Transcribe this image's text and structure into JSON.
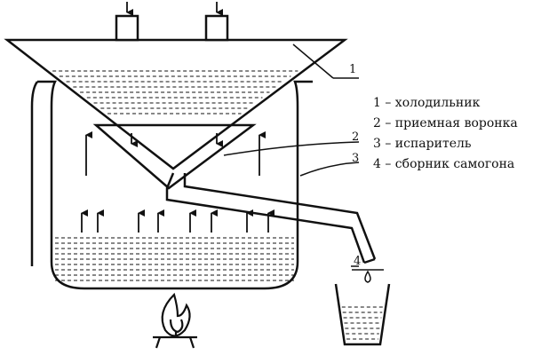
{
  "legend": [
    {
      "num": "1",
      "text": "1 – холодильник"
    },
    {
      "num": "2",
      "text": "2 – приемная воронка"
    },
    {
      "num": "3",
      "text": "3 – испаритель"
    },
    {
      "num": "4",
      "text": "4 – сборник самогона"
    }
  ],
  "callouts": {
    "c1": "1",
    "c2": "2",
    "c3": "3",
    "c4": "4"
  },
  "colors": {
    "ink": "#111111",
    "paper": "#ffffff"
  }
}
